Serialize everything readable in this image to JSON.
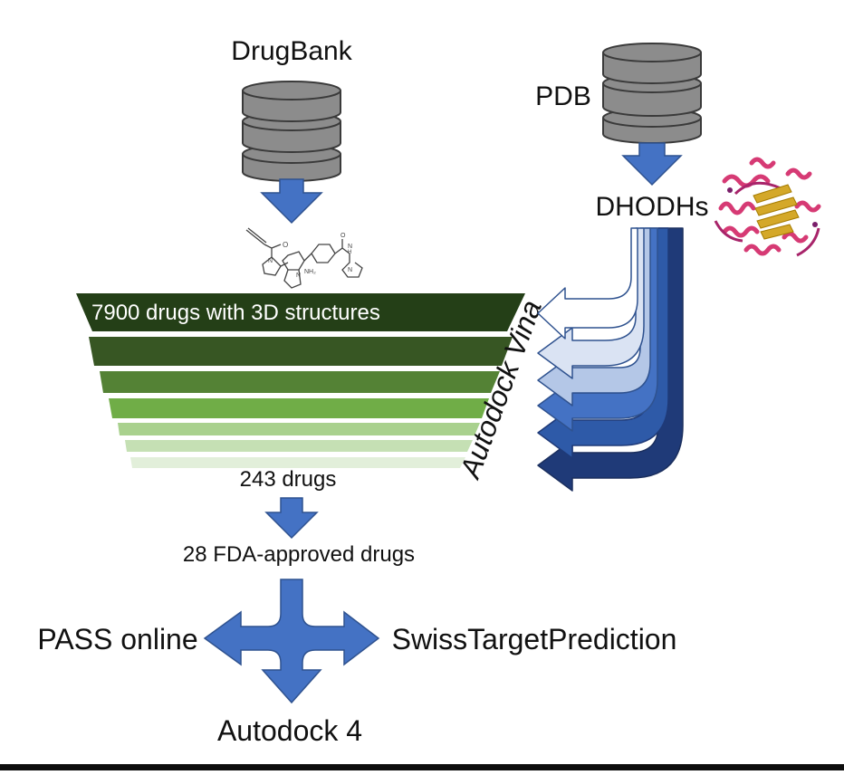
{
  "sources": {
    "drugbank_label": "DrugBank",
    "pdb_label": "PDB",
    "dhodh_label": "DHODHs"
  },
  "screening": {
    "top_label": "7900 drugs with 3D structures",
    "method_label": "Autodock Vina",
    "result_label": "243 drugs",
    "fda_label": "28 FDA-approved drugs"
  },
  "analysis": {
    "left_label": "PASS online",
    "right_label": "SwissTargetPrediction",
    "bottom_label": "Autodock 4"
  },
  "colors": {
    "database_gray": "#8c8c8c",
    "arrow_blue": "#4472c4",
    "funnel_dark": "#243f17",
    "funnel_light": "#e2efda",
    "vina_darkest": "#1f3a78",
    "protein_pink": "#d63a74",
    "protein_gold": "#d4a829"
  },
  "funnel_levels": 7,
  "vina_arrows": 6
}
